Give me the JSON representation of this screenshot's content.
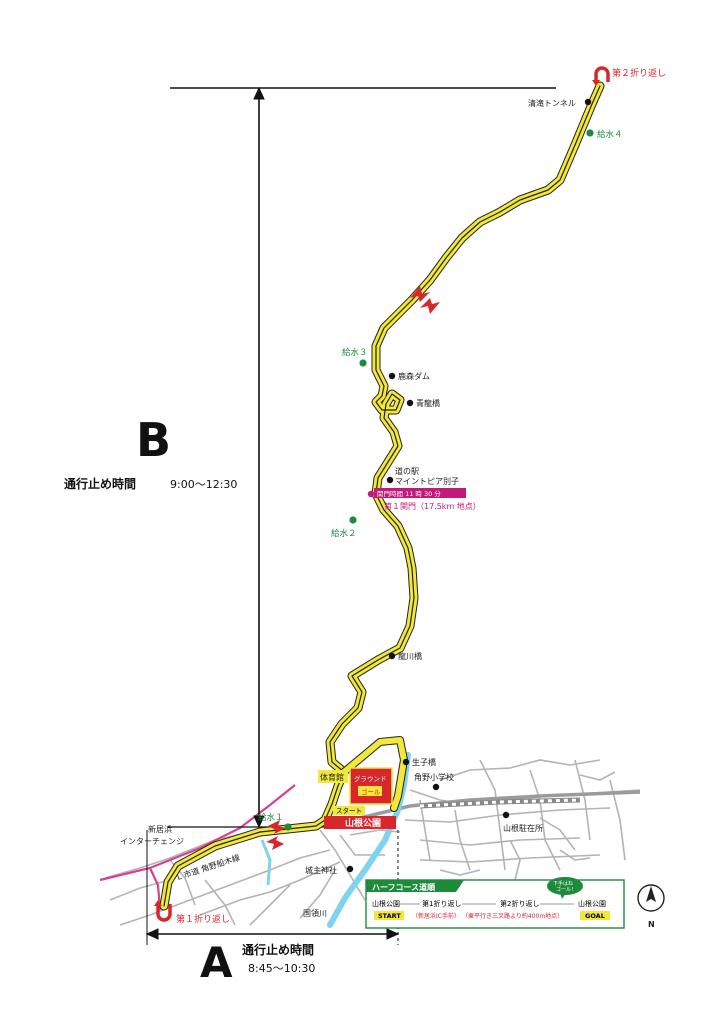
{
  "section_b": {
    "letter": "B",
    "label": "通行止め時間",
    "time": "9:00〜12:30"
  },
  "section_a": {
    "letter": "A",
    "label": "通行止め時間",
    "time": "8:45〜10:30"
  },
  "turnarounds": {
    "second": "第２折り返し",
    "first": "第１折り返し"
  },
  "landmarks": {
    "tunnel": "清滝トンネル",
    "dam": "鹿森ダム",
    "seiryu": "青龍橋",
    "michinoeki_1": "道の駅",
    "michinoeki_2": "マイントピア別子",
    "tatsukawa": "龍川橋",
    "shoji": "生子橋",
    "school": "角野小学校",
    "yamane_station": "山根駐在所",
    "jinja": "城主神社",
    "kokuryo": "国領川",
    "gym": "体育館",
    "interchange_1": "新居浜",
    "interchange_2": "インターチェンジ",
    "road": "L 市道 角野船木線"
  },
  "water": [
    "給水４",
    "給水３",
    "給水２",
    "給水１"
  ],
  "checkpoint": {
    "time_label": "関門時間 11 時 30 分",
    "name": "第１関門（17.5km 地点）"
  },
  "park": {
    "ground": "グラウンド",
    "goal": "ゴール",
    "start": "スタート",
    "name": "山根公園"
  },
  "course_box": {
    "title": "ハーフコース道順",
    "bubble_1": "下手はね",
    "bubble_2": "ゴール！",
    "steps": [
      "山根公園",
      "第1折り返し",
      "第2折り返し",
      "山根公園"
    ],
    "start_tag": "START",
    "goal_tag": "GOAL",
    "note_1": "（新居浜IC手前）",
    "note_2": "（東平行き三叉路より約400m地点）"
  },
  "compass": {
    "n": "N"
  },
  "colors": {
    "route": "#f1e83a",
    "red": "#d8262b",
    "green": "#1d8a3c",
    "magenta": "#c2197a",
    "river": "#7fd3ee",
    "pink_road": "#d8408f"
  }
}
